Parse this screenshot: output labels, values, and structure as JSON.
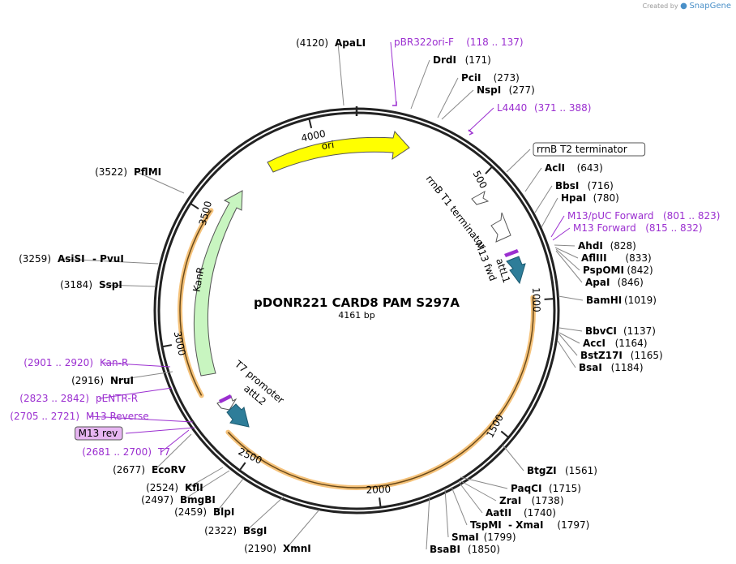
{
  "header": {
    "created_by": "Created by",
    "brand": "SnapGene"
  },
  "plasmid": {
    "name": "pDONR221 CARD8 PAM S297A",
    "length": "4161 bp"
  },
  "colors": {
    "backbone": "#222222",
    "ori": "#ffff00",
    "kanr": "#c8f5c0",
    "att": "#2e7d99",
    "orange": "#f5c27a",
    "primer": "#9b2fd0",
    "primer_box": "#e7b6f2",
    "line": "#888888"
  },
  "ticks": [
    "500",
    "1000",
    "1500",
    "2000",
    "2500",
    "3000",
    "3500",
    "4000"
  ],
  "features": {
    "ori": "ori",
    "kanr": "KanR",
    "rrnb_t1": "rrnB T1 terminator",
    "m13_fwd": "M13 fwd",
    "attl1": "attL1",
    "t7_promoter": "T7 promoter",
    "attl2": "attL2"
  },
  "labels": [
    {
      "name": "ApaLI",
      "pos": "(4120)",
      "style": "enzyme",
      "side": "left"
    },
    {
      "name": "pBR322ori-F",
      "pos": "(118 .. 137)",
      "style": "primer",
      "side": "right"
    },
    {
      "name": "DrdI",
      "pos": "(171)",
      "style": "enzyme",
      "side": "right"
    },
    {
      "name": "PciI",
      "pos": "(273)",
      "style": "enzyme",
      "side": "right"
    },
    {
      "name": "NspI",
      "pos": "(277)",
      "style": "enzyme",
      "side": "right"
    },
    {
      "name": "L4440",
      "pos": "(371 .. 388)",
      "style": "primer",
      "side": "right"
    },
    {
      "name": "rrnB T2 terminator",
      "pos": "",
      "style": "boxed",
      "side": "right"
    },
    {
      "name": "AclI",
      "pos": "(643)",
      "style": "enzyme",
      "side": "right"
    },
    {
      "name": "BbsI",
      "pos": "(716)",
      "style": "enzyme",
      "side": "right"
    },
    {
      "name": "HpaI",
      "pos": "(780)",
      "style": "enzyme",
      "side": "right"
    },
    {
      "name": "M13/pUC Forward",
      "pos": "(801 .. 823)",
      "style": "primer",
      "side": "right"
    },
    {
      "name": "M13 Forward",
      "pos": "(815 .. 832)",
      "style": "primer",
      "side": "right"
    },
    {
      "name": "AhdI",
      "pos": "(828)",
      "style": "enzyme",
      "side": "right"
    },
    {
      "name": "AflIII",
      "pos": "(833)",
      "style": "enzyme",
      "side": "right"
    },
    {
      "name": "PspOMI",
      "pos": "(842)",
      "style": "enzyme",
      "side": "right"
    },
    {
      "name": "ApaI",
      "pos": "(846)",
      "style": "enzyme",
      "side": "right"
    },
    {
      "name": "BamHI",
      "pos": "(1019)",
      "style": "enzyme",
      "side": "right"
    },
    {
      "name": "BbvCI",
      "pos": "(1137)",
      "style": "enzyme",
      "side": "right"
    },
    {
      "name": "AccI",
      "pos": "(1164)",
      "style": "enzyme",
      "side": "right"
    },
    {
      "name": "BstZ17I",
      "pos": "(1165)",
      "style": "enzyme",
      "side": "right"
    },
    {
      "name": "BsaI",
      "pos": "(1184)",
      "style": "enzyme",
      "side": "right"
    },
    {
      "name": "BtgZI",
      "pos": "(1561)",
      "style": "enzyme",
      "side": "right"
    },
    {
      "name": "PaqCI",
      "pos": "(1715)",
      "style": "enzyme",
      "side": "right"
    },
    {
      "name": "ZraI",
      "pos": "(1738)",
      "style": "enzyme",
      "side": "right"
    },
    {
      "name": "AatII",
      "pos": "(1740)",
      "style": "enzyme",
      "side": "right"
    },
    {
      "name": "TspMI",
      "pos": "(1797)",
      "style": "enzyme",
      "side": "right",
      "extra": "-  XmaI"
    },
    {
      "name": "SmaI",
      "pos": "(1799)",
      "style": "enzyme",
      "side": "right"
    },
    {
      "name": "BsaBI",
      "pos": "(1850)",
      "style": "enzyme",
      "side": "right"
    },
    {
      "name": "XmnI",
      "pos": "(2190)",
      "style": "enzyme",
      "side": "left"
    },
    {
      "name": "BsgI",
      "pos": "(2322)",
      "style": "enzyme",
      "side": "left"
    },
    {
      "name": "BlpI",
      "pos": "(2459)",
      "style": "enzyme",
      "side": "left"
    },
    {
      "name": "BmgBI",
      "pos": "(2497)",
      "style": "enzyme",
      "side": "left"
    },
    {
      "name": "KflI",
      "pos": "(2524)",
      "style": "enzyme",
      "side": "left"
    },
    {
      "name": "EcoRV",
      "pos": "(2677)",
      "style": "enzyme",
      "side": "left"
    },
    {
      "name": "T7",
      "pos": "(2681 .. 2700)",
      "style": "primer",
      "side": "left"
    },
    {
      "name": "M13 rev",
      "pos": "",
      "style": "primer-boxed",
      "side": "left"
    },
    {
      "name": "M13 Reverse",
      "pos": "(2705 .. 2721)",
      "style": "primer",
      "side": "left"
    },
    {
      "name": "pENTR-R",
      "pos": "(2823 .. 2842)",
      "style": "primer",
      "side": "left"
    },
    {
      "name": "NruI",
      "pos": "(2916)",
      "style": "enzyme",
      "side": "left"
    },
    {
      "name": "Kan-R",
      "pos": "(2901 .. 2920)",
      "style": "primer",
      "side": "left"
    },
    {
      "name": "SspI",
      "pos": "(3184)",
      "style": "enzyme",
      "side": "left"
    },
    {
      "name": "AsiSI",
      "pos": "(3259)",
      "style": "enzyme",
      "side": "left",
      "extra": "-  PvuI"
    },
    {
      "name": "PflMI",
      "pos": "(3522)",
      "style": "enzyme",
      "side": "left"
    }
  ]
}
